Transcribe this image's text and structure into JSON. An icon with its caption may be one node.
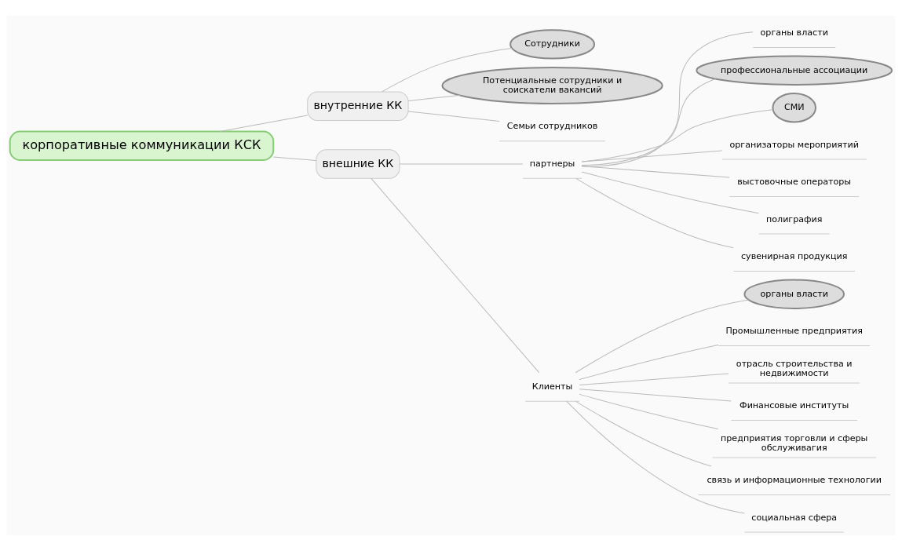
{
  "diagram": {
    "nodes": [
      {
        "text": [
          "корпоративные коммуникации КСК"
        ]
      },
      {
        "text": [
          "внутренние КК"
        ]
      },
      {
        "text": [
          "Сотрудники"
        ]
      },
      {
        "text": [
          "Потенциальные сотрудники и соискатели вакансий"
        ]
      },
      {
        "text": [
          "Семьи сотрудников"
        ]
      },
      {
        "text": [
          "внешние КК"
        ]
      },
      {
        "text": [
          "партнеры"
        ]
      },
      {
        "text": [
          "органы власти"
        ]
      },
      {
        "text": [
          "профессиональные ассоциации"
        ]
      },
      {
        "text": [
          "СМИ"
        ]
      },
      {
        "text": [
          "организаторы мероприятий"
        ]
      },
      {
        "text": [
          "выстовочные операторы"
        ]
      },
      {
        "text": [
          "полиграфия"
        ]
      },
      {
        "text": [
          "сувенирная продукция"
        ]
      },
      {
        "text": [
          "Клиенты"
        ]
      },
      {
        "text": [
          "органы власти"
        ]
      },
      {
        "text": [
          "Промышленные предприятия"
        ]
      },
      {
        "text": [
          "отрасль строительства и недвижимости"
        ]
      },
      {
        "text": [
          "Финансовые институты"
        ]
      },
      {
        "text": [
          "предприятия торговли и сферы обслуживагия"
        ]
      },
      {
        "text": [
          "связь и информационные технологии"
        ]
      },
      {
        "text": [
          "социальная сфера"
        ]
      }
    ],
    "edges": [
      {
        "from": 0,
        "to": 1,
        "arrow": "none"
      },
      {
        "from": 1,
        "to": 2,
        "arrow": "none"
      },
      {
        "from": 1,
        "to": 3,
        "arrow": "none"
      },
      {
        "from": 1,
        "to": 4,
        "arrow": "none"
      },
      {
        "from": 0,
        "to": 5,
        "arrow": "none"
      },
      {
        "from": 5,
        "to": 6,
        "arrow": "none"
      },
      {
        "from": 6,
        "to": 7,
        "arrow": "none"
      },
      {
        "from": 6,
        "to": 8,
        "arrow": "none"
      },
      {
        "from": 6,
        "to": 9,
        "arrow": "none"
      },
      {
        "from": 6,
        "to": 10,
        "arrow": "none"
      },
      {
        "from": 6,
        "to": 11,
        "arrow": "none"
      },
      {
        "from": 6,
        "to": 12,
        "arrow": "none"
      },
      {
        "from": 6,
        "to": 13,
        "arrow": "none"
      },
      {
        "from": 5,
        "to": 14,
        "arrow": "none"
      },
      {
        "from": 14,
        "to": 15,
        "arrow": "none"
      },
      {
        "from": 14,
        "to": 16,
        "arrow": "none"
      },
      {
        "from": 14,
        "to": 17,
        "arrow": "none"
      },
      {
        "from": 14,
        "to": 18,
        "arrow": "none"
      },
      {
        "from": 14,
        "to": 19,
        "arrow": "none"
      },
      {
        "from": 14,
        "to": 20,
        "arrow": "none"
      },
      {
        "from": 14,
        "to": 21,
        "arrow": "none"
      }
    ]
  }
}
